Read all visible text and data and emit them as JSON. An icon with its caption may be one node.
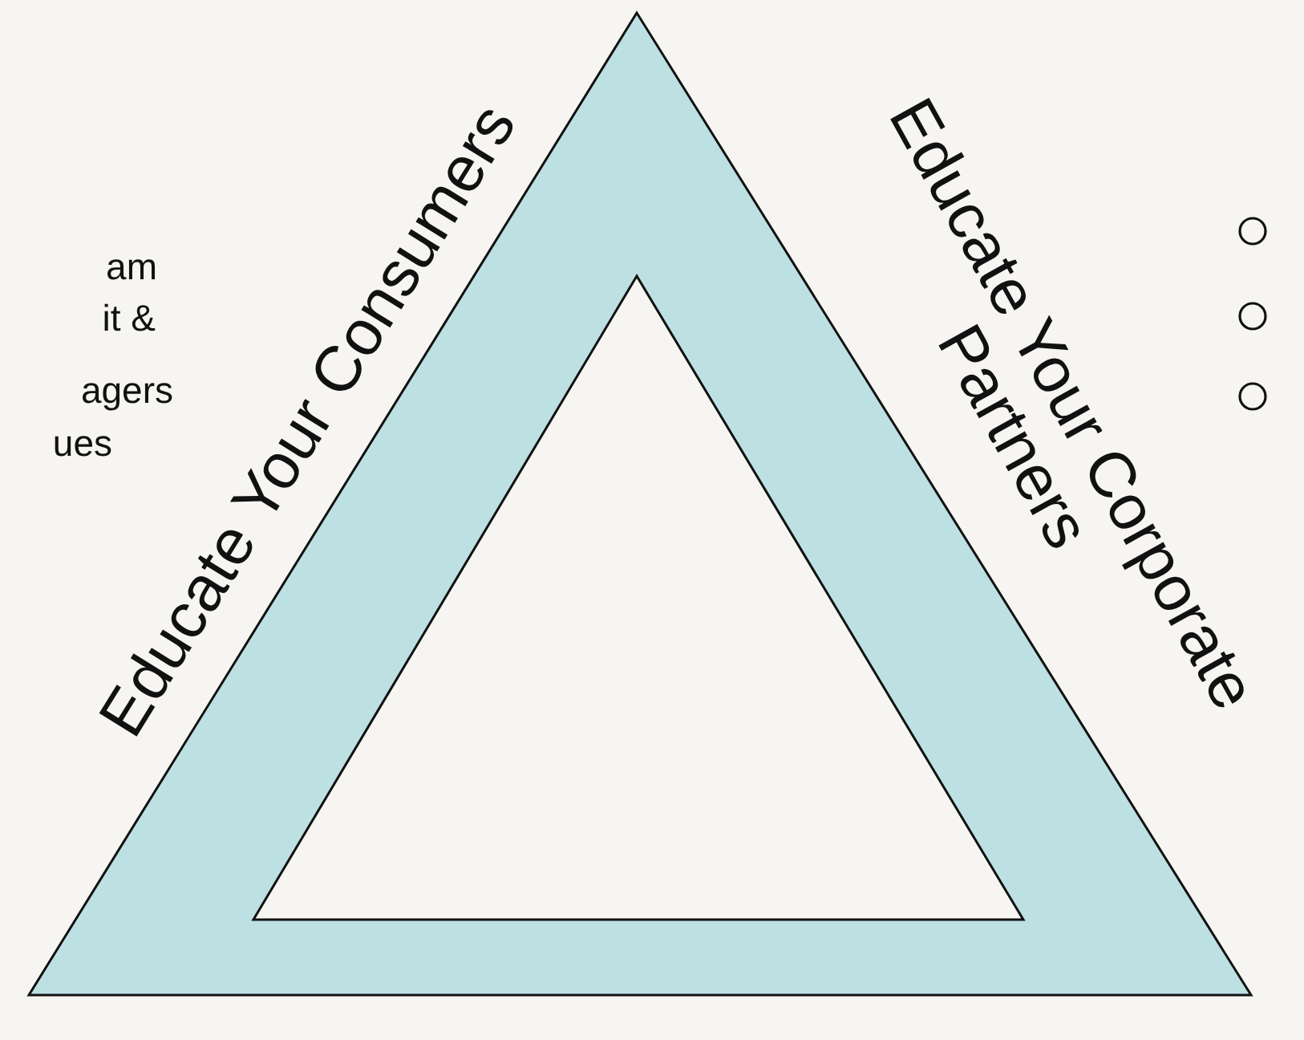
{
  "diagram": {
    "labels": [
      "am",
      "it &",
      "agers",
      "ues",
      "Educate Your Consumers",
      "Educate Your Corporate Partners"
    ]
  }
}
